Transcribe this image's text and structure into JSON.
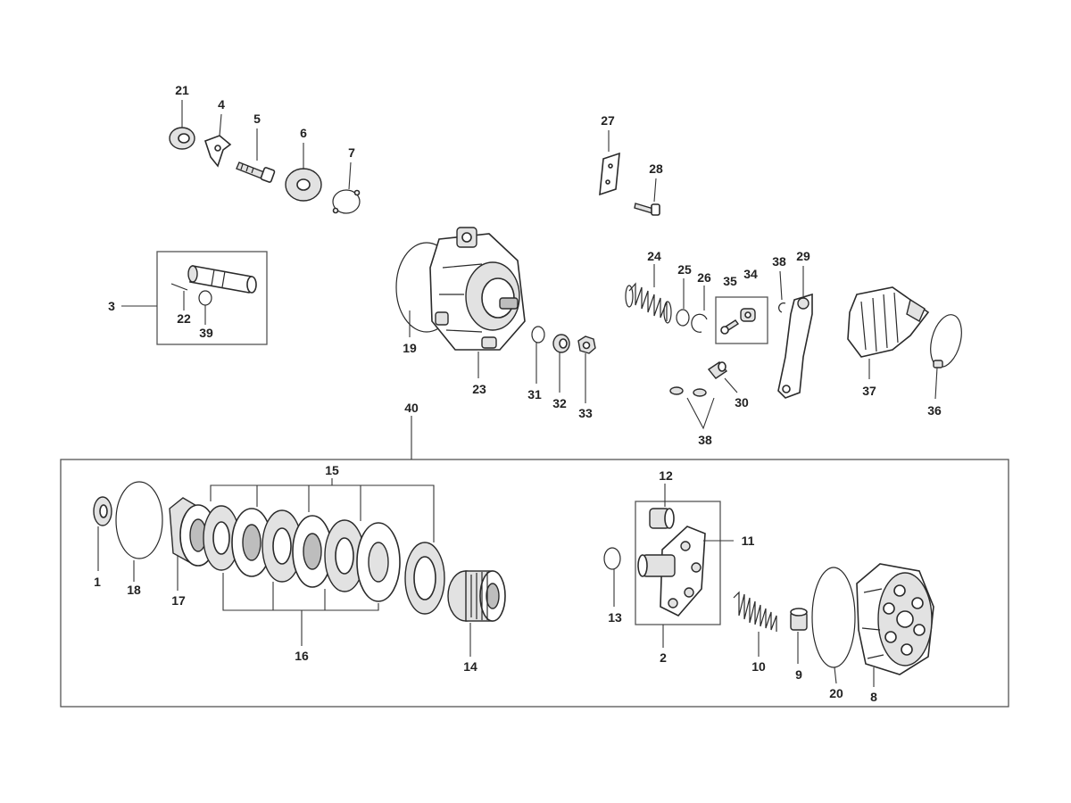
{
  "labels": {
    "p1": "1",
    "p2": "2",
    "p3": "3",
    "p4": "4",
    "p5": "5",
    "p6": "6",
    "p7": "7",
    "p8": "8",
    "p9": "9",
    "p10": "10",
    "p11": "11",
    "p12": "12",
    "p13": "13",
    "p14": "14",
    "p15": "15",
    "p16": "16",
    "p17": "17",
    "p18": "18",
    "p19": "19",
    "p20": "20",
    "p21": "21",
    "p22": "22",
    "p23": "23",
    "p24": "24",
    "p25": "25",
    "p26": "26",
    "p27": "27",
    "p28": "28",
    "p29": "29",
    "p30": "30",
    "p31": "31",
    "p32": "32",
    "p33": "33",
    "p34": "34",
    "p35": "35",
    "p36": "36",
    "p37": "37",
    "p38a": "38",
    "p38b": "38",
    "p39": "39",
    "p40": "40"
  }
}
